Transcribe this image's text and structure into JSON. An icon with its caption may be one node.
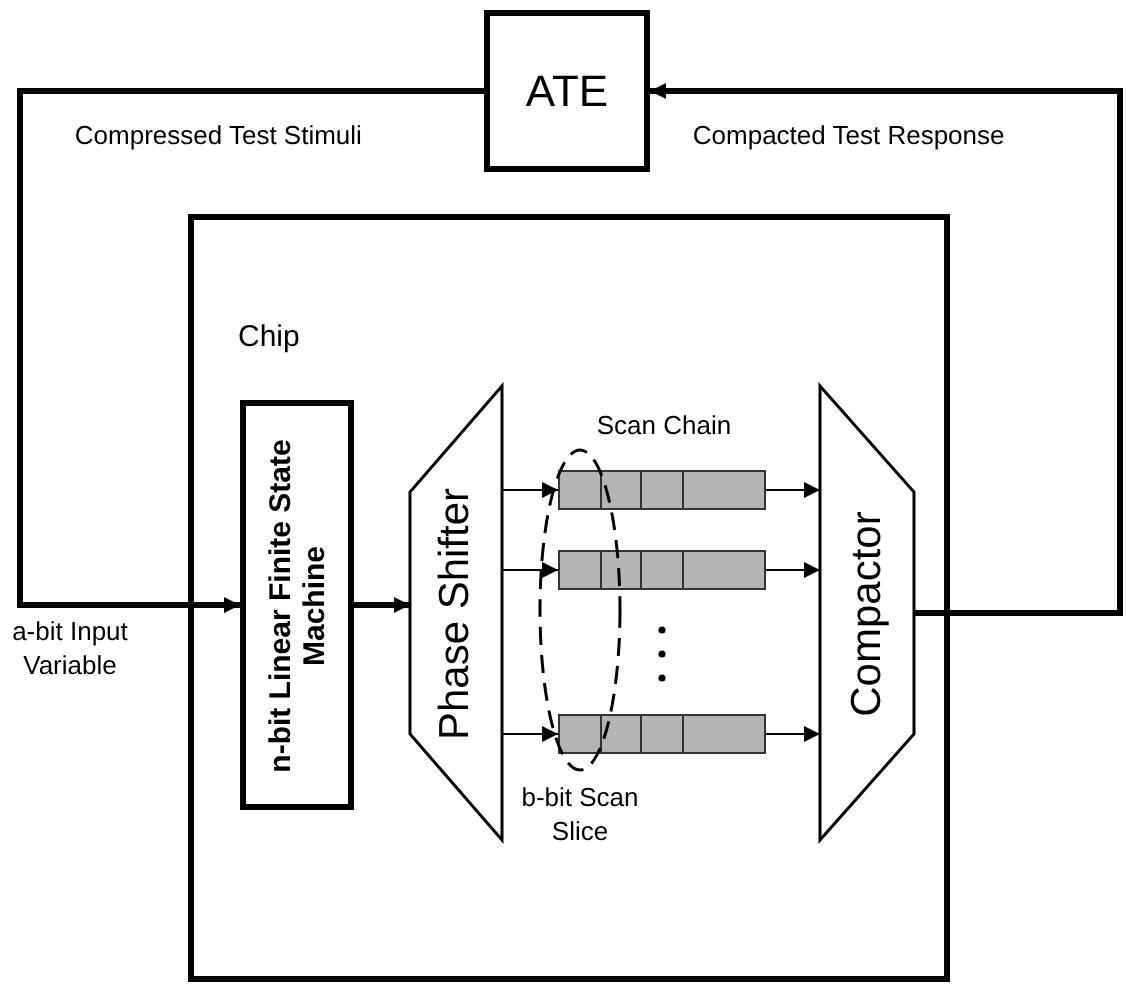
{
  "diagram": {
    "nodes": [
      {
        "text": [
          "ATE"
        ]
      },
      {
        "text": [
          "Chip"
        ]
      },
      {
        "text": [
          "n-bit Linear Finite State Machine"
        ],
        "in": 1
      },
      {
        "text": [
          "Phase Shifter"
        ],
        "in": 1
      },
      {
        "text": [],
        "shape": "bar",
        "in": 1
      },
      {
        "text": [],
        "shape": "bar",
        "in": 1
      },
      {
        "text": [],
        "shape": "bar",
        "in": 1
      },
      {
        "text": [
          "Compactor"
        ],
        "in": 1
      },
      {
        "text": [],
        "shape": "circle",
        "beside": [
          "b-bit Scan Slice"
        ],
        "in": 1
      }
    ],
    "edges": [
      {
        "from": 0,
        "to": 2,
        "arrow": "to",
        "label": "Compressed Test Stimuli",
        "style": "thick"
      },
      {
        "from": 7,
        "to": 0,
        "arrow": "to",
        "label": "Compacted Test Response",
        "style": "thick"
      },
      {
        "from": 2,
        "to": 3,
        "arrow": "to",
        "style": "thick"
      },
      {
        "from": 3,
        "to": 4,
        "arrow": "to"
      },
      {
        "from": 3,
        "to": 5,
        "arrow": "to"
      },
      {
        "from": 3,
        "to": 6,
        "arrow": "to"
      },
      {
        "from": 4,
        "to": 7,
        "arrow": "to"
      },
      {
        "from": 5,
        "to": 7,
        "arrow": "to"
      },
      {
        "from": 6,
        "to": 7,
        "arrow": "to"
      }
    ],
    "labels": [
      "a-bit Input Variable",
      "Scan Chain"
    ]
  }
}
